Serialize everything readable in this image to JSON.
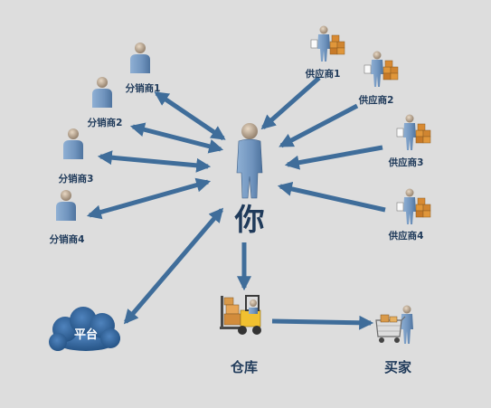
{
  "center": {
    "label": "你"
  },
  "distributors": [
    {
      "label": "分销商1"
    },
    {
      "label": "分销商2"
    },
    {
      "label": "分销商3"
    },
    {
      "label": "分销商4"
    }
  ],
  "suppliers": [
    {
      "label": "供应商1"
    },
    {
      "label": "供应商2"
    },
    {
      "label": "供应商3"
    },
    {
      "label": "供应商4"
    }
  ],
  "platform": {
    "label": "平台"
  },
  "warehouse": {
    "label": "仓库"
  },
  "buyer": {
    "label": "买家"
  },
  "colors": {
    "arrow": "#3f6d9a",
    "person": "#6f93bd",
    "label": "#1f3a5a",
    "cloud": "#2f5f93",
    "background": "#dddddd"
  }
}
